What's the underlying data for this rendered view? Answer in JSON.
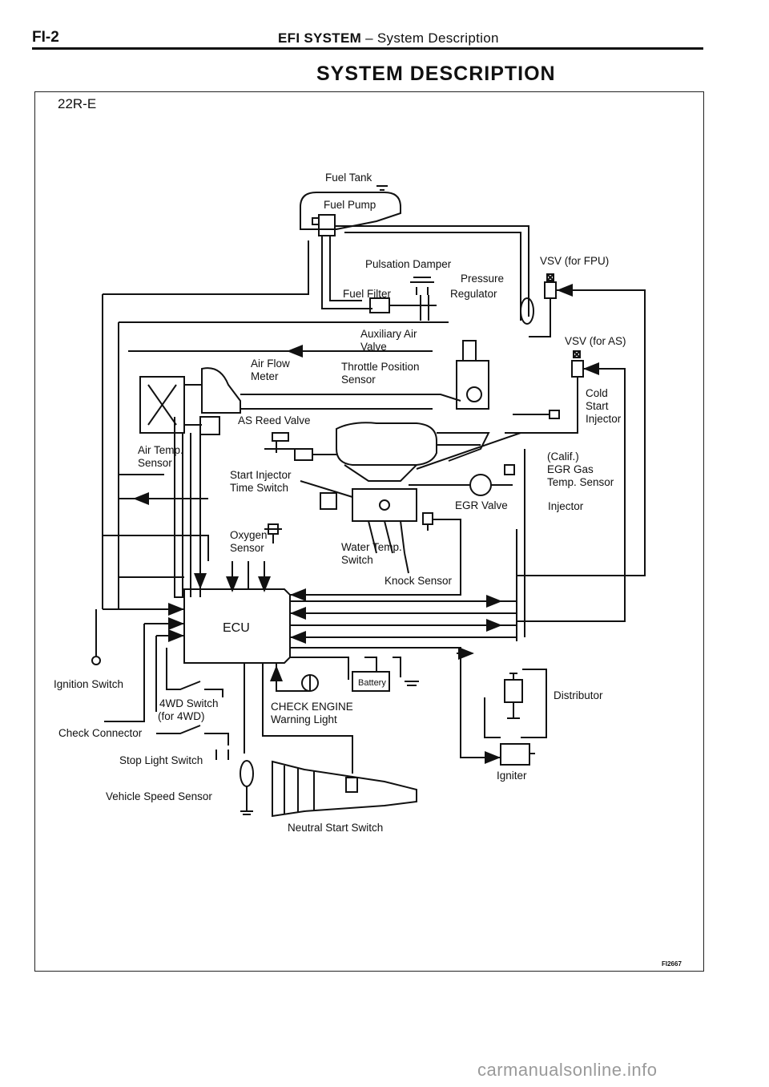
{
  "header": {
    "page_code": "FI-2",
    "section": "EFI SYSTEM",
    "section_sub": " – System Description"
  },
  "title": "SYSTEM DESCRIPTION",
  "engine_code": "22R-E",
  "figure_code": "FI2667",
  "labels": {
    "fuel_tank": "Fuel Tank",
    "fuel_pump": "Fuel Pump",
    "pulsation_damper": "Pulsation Damper",
    "pressure": "Pressure",
    "regulator": "Regulator",
    "fuel_filter": "Fuel Filter",
    "vsv_fpu": "VSV (for FPU)",
    "auxiliary_air": "Auxiliary Air",
    "valve": "Valve",
    "vsv_as": "VSV (for AS)",
    "air_flow": "Air Flow",
    "meter": "Meter",
    "throttle_position": "Throttle Position",
    "sensor": "Sensor",
    "cold": "Cold",
    "start": "Start",
    "injector": "Injector",
    "as_reed_valve": "AS Reed Valve",
    "air_temp": "Air Temp.",
    "air_temp_sensor": "Sensor",
    "calif": "(Calif.)",
    "egr_gas": "EGR Gas",
    "temp_sensor": "Temp. Sensor",
    "start_injector": "Start Injector",
    "time_switch": "Time Switch",
    "egr_valve": "EGR Valve",
    "injector_right": "Injector",
    "oxygen": "Oxygen",
    "oxygen_sensor": "Sensor",
    "water_temp": "Water Temp.",
    "switch": "Switch",
    "knock_sensor": "Knock Sensor",
    "ecu": "ECU",
    "ignition_switch": "Ignition Switch",
    "fourwd_switch": "4WD Switch",
    "for_4wd": "(for 4WD)",
    "battery": "Battery",
    "check_engine": "CHECK ENGINE",
    "warning_light": "Warning Light",
    "distributor": "Distributor",
    "check_connector": "Check Connector",
    "stop_light_switch": "Stop Light Switch",
    "igniter": "Igniter",
    "vehicle_speed_sensor": "Vehicle Speed Sensor",
    "neutral_start_switch": "Neutral Start Switch"
  },
  "watermark": "carmanualsonline.info"
}
